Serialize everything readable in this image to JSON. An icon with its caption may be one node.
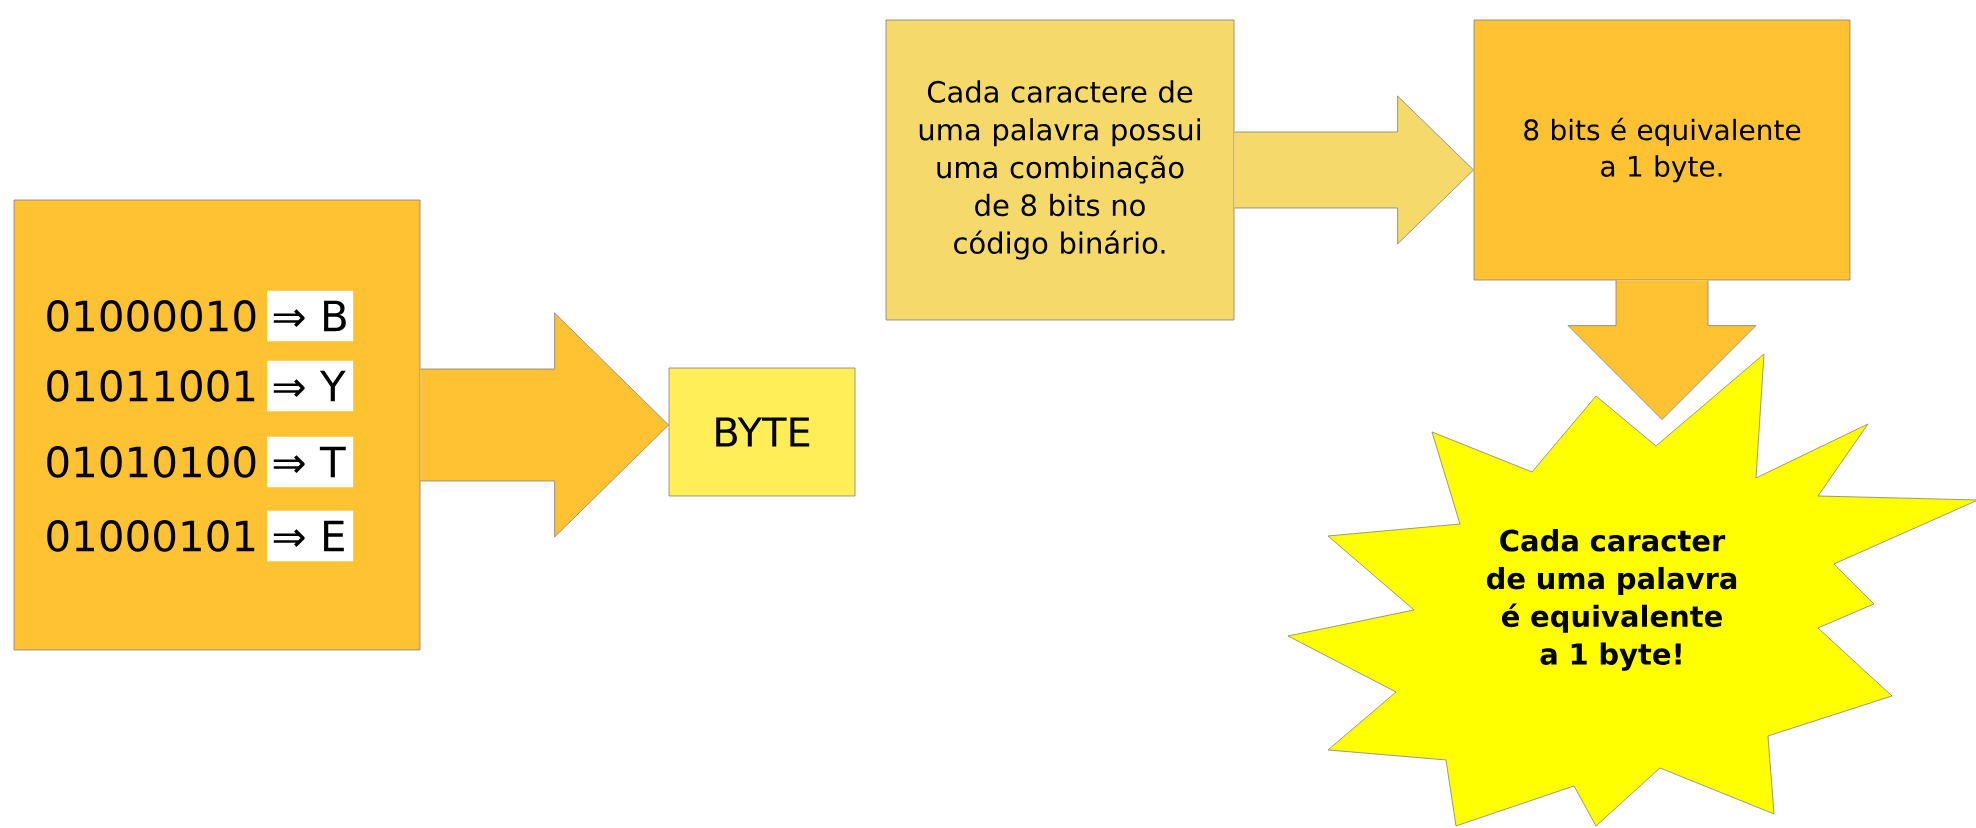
{
  "diagram": {
    "nodes": [
      {
        "text": [
          "01000010 ⇒ B",
          "01011001 ⇒ Y",
          "01010100 ⇒ T",
          "01000101 ⇒ E"
        ]
      },
      {
        "text": [
          "BYTE"
        ]
      },
      {
        "text": [
          "Cada caractere de uma palavra possui uma combinação de 8 bits no código binário."
        ]
      },
      {
        "text": [
          "8 bits é equivalente a 1 byte."
        ]
      },
      {
        "text": [
          "Cada caracter de uma palavra é equivalente a 1 byte!"
        ]
      }
    ],
    "edges": [
      {
        "from": 0,
        "to": 1,
        "arrow": "to"
      },
      {
        "from": 2,
        "to": 3,
        "arrow": "to"
      },
      {
        "from": 3,
        "to": 4,
        "arrow": "to"
      }
    ]
  }
}
